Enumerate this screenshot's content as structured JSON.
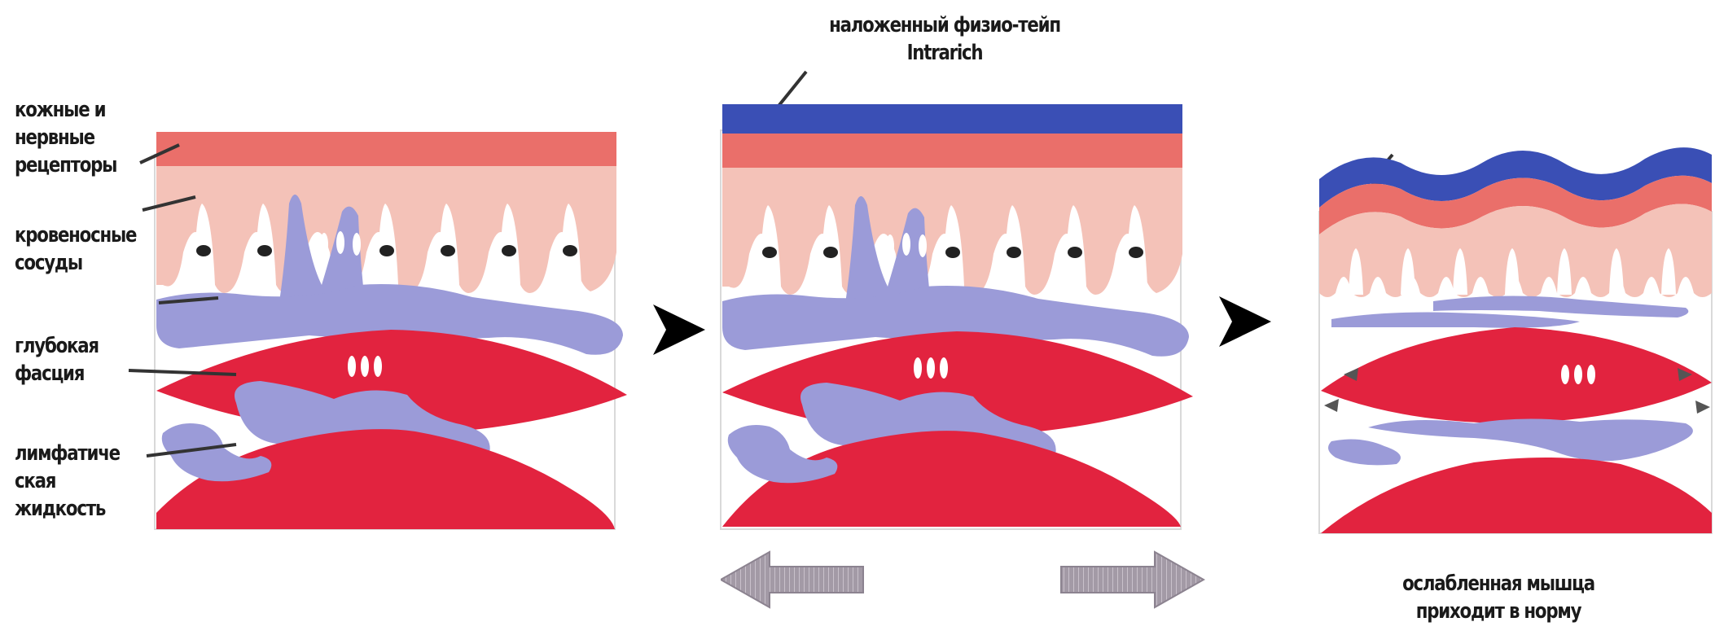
{
  "left_labels": {
    "receptors": [
      "кожные и",
      "нервные",
      "рецепторы"
    ],
    "vessels": [
      "кровеносные",
      "сосуды"
    ],
    "fascia": [
      "глубокая",
      "фасция"
    ],
    "lymph": [
      "лимфатиче",
      "ская",
      "жидкость"
    ]
  },
  "tape_label": [
    "наложенный физио-тейп",
    "Intrarich"
  ],
  "result_label": [
    "ослабленная мышца",
    "приходит в норму"
  ],
  "colors": {
    "tape": "#3a4fb5",
    "epidermis": "#ea6f6a",
    "dermis": "#f4c2b8",
    "lymph": "#9b9bd8",
    "muscle": "#e2233f",
    "arrow_gray": "#a39aa6"
  },
  "icons": [
    "pointer-triangle-icon",
    "left-arrow-icon",
    "right-arrow-icon"
  ]
}
